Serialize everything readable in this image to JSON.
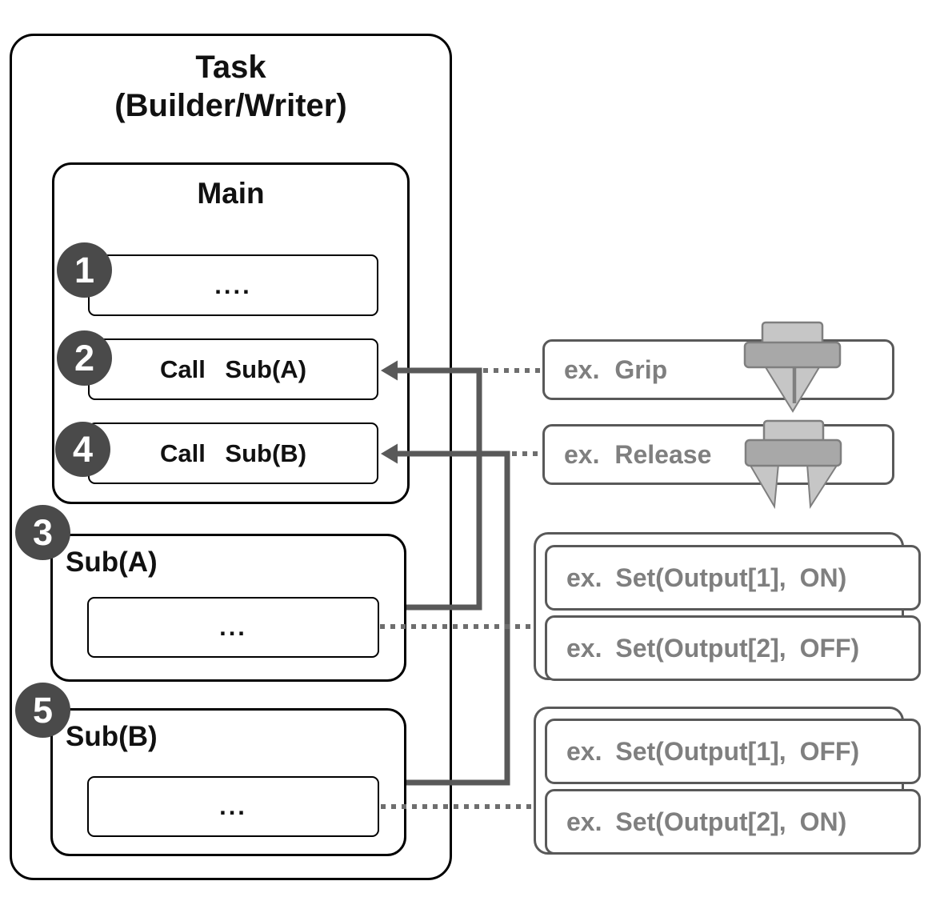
{
  "task": {
    "title_line1": "Task",
    "title_line2": "(Builder/Writer)",
    "main": {
      "title": "Main",
      "steps": [
        {
          "badge": "1",
          "label": "...."
        },
        {
          "badge": "2",
          "label": "Call Sub(A)"
        },
        {
          "badge": "4",
          "label": "Call Sub(B)"
        }
      ]
    },
    "subroutines": [
      {
        "badge": "3",
        "title": "Sub(A)",
        "body": "..."
      },
      {
        "badge": "5",
        "title": "Sub(B)",
        "body": "..."
      }
    ]
  },
  "examples": {
    "grip_label": "ex. Grip",
    "release_label": "ex. Release",
    "group_a": [
      "ex. Set(Output[1], ON)",
      "ex. Set(Output[2], OFF)"
    ],
    "group_b": [
      "ex. Set(Output[1], OFF)",
      "ex. Set(Output[2], ON)"
    ]
  },
  "icons": {
    "grip": "gripper-closed-icon",
    "release": "gripper-open-icon"
  },
  "colors": {
    "box_border_black": "#000000",
    "badge_fill": "#4a4a4a",
    "badge_number": "#ffffff",
    "connector_gray": "#595959",
    "dotted_gray": "#6e6e6e",
    "example_text_gray": "#7f7f7f",
    "example_border_gray": "#595959",
    "icon_light_gray": "#c6c6c6",
    "icon_dark_gray": "#a8a8a8",
    "icon_border_gray": "#7f7f7f"
  }
}
